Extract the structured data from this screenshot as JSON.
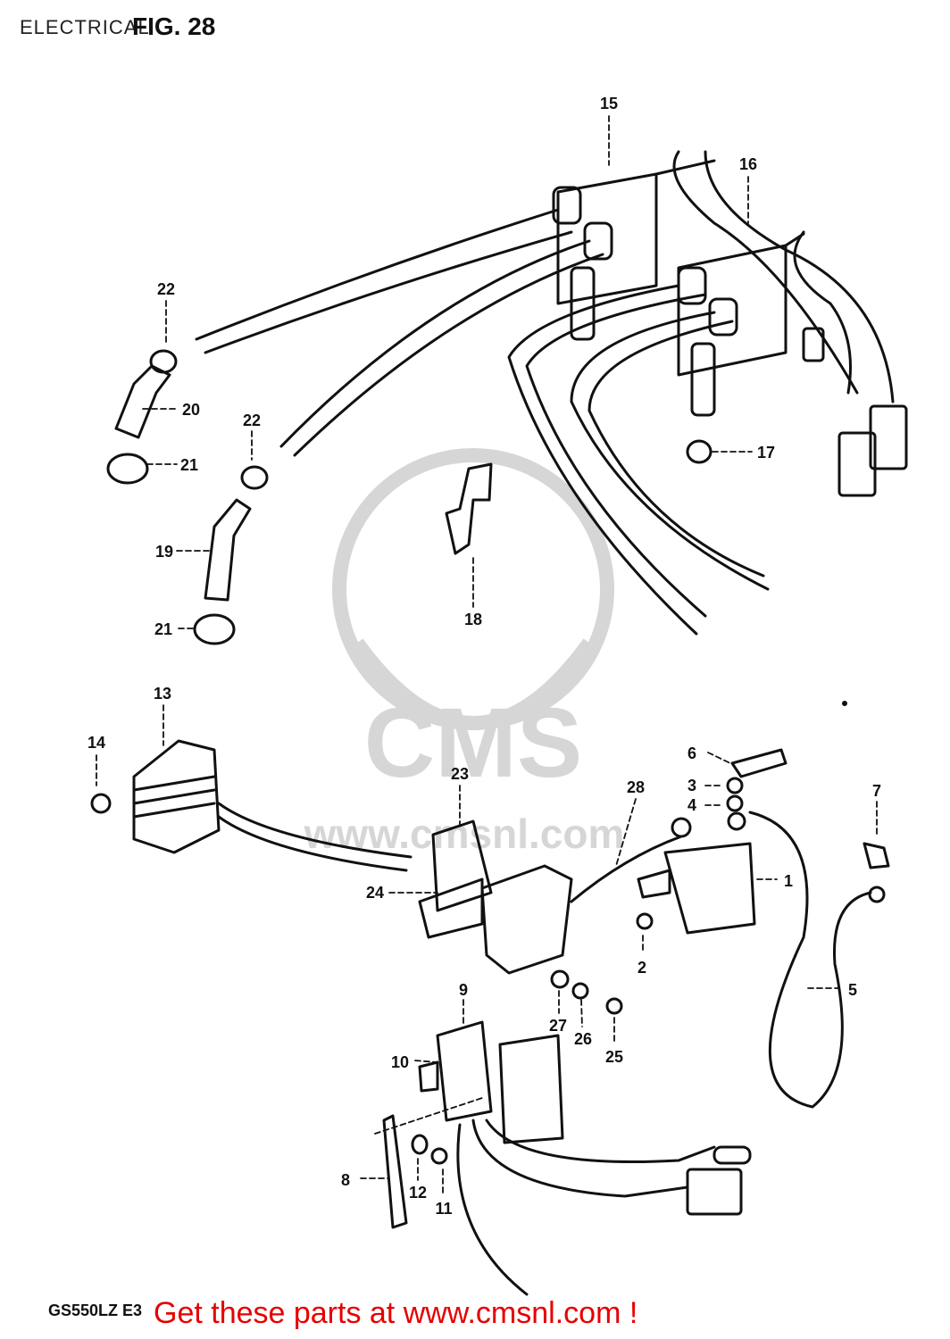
{
  "header": {
    "section": "ELECTRICAL",
    "figure": "FIG. 28"
  },
  "footer": {
    "model": "GS550LZ E3",
    "cta": "Get these parts at www.cmsnl.com !"
  },
  "watermark": {
    "brand": "CMS",
    "url": "www.cmsnl.com"
  },
  "callouts": [
    "1",
    "2",
    "3",
    "4",
    "5",
    "6",
    "7",
    "8",
    "9",
    "10",
    "11",
    "12",
    "13",
    "14",
    "15",
    "16",
    "17",
    "18",
    "19",
    "20",
    "21",
    "21",
    "22",
    "22",
    "23",
    "24",
    "25",
    "26",
    "27",
    "28"
  ],
  "colors": {
    "ink": "#111111",
    "cta": "#e60000",
    "watermark": "#d6d6d6"
  }
}
